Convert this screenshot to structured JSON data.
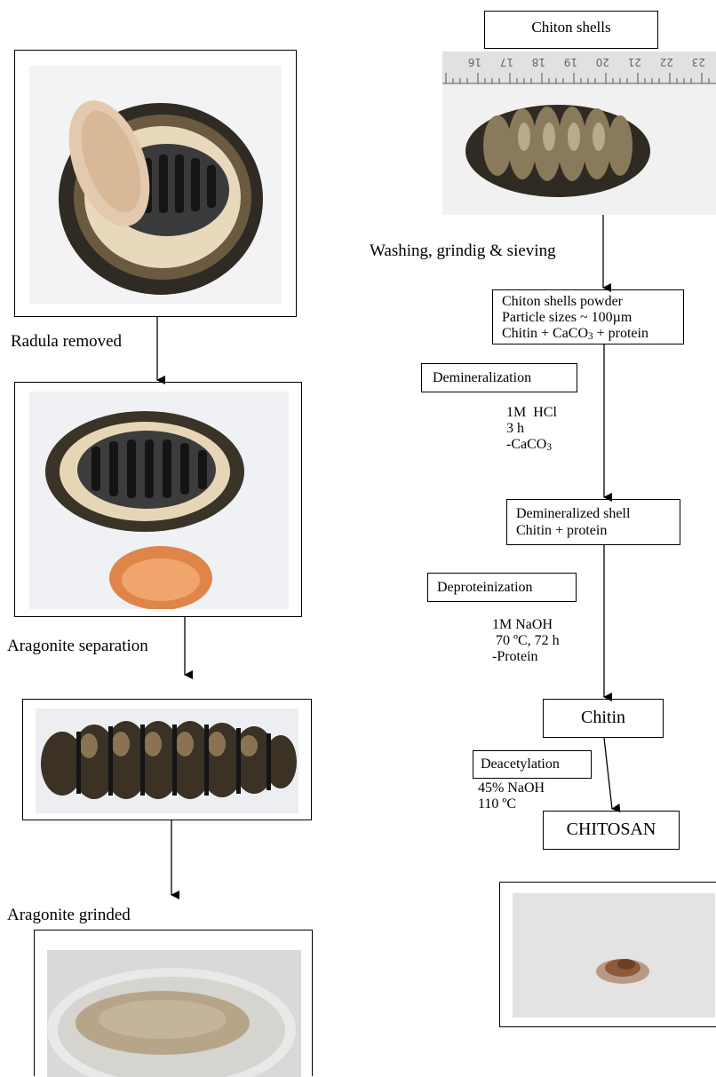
{
  "left_column": {
    "step1_label": "Radula removed",
    "step2_label": "Aragonite separation",
    "step3_label": "Aragonite grinded"
  },
  "right_column": {
    "top_label": "Chiton shells",
    "ruler_numbers": [
      "23",
      "22",
      "21",
      "20",
      "19",
      "18",
      "17",
      "16"
    ],
    "washing_label": "Washing, grindig & sieving",
    "powder_box": {
      "line1": "Chiton shells powder",
      "line2": "Particle sizes ~ 100µm",
      "line3_prefix": "Chitin + CaCO",
      "line3_sub": "3",
      "line3_suffix": " + protein"
    },
    "demineralization": {
      "label": "Demineralization",
      "cond1": "1M  HCl",
      "cond2": "3 h",
      "cond3_prefix": "-CaCO",
      "cond3_sub": "3"
    },
    "demineralized_box": {
      "line1": "Demineralized shell",
      "line2": "Chitin + protein"
    },
    "deproteinization": {
      "label": "Deproteinization",
      "cond1": "1M NaOH",
      "cond2": "70 ºC, 72 h",
      "cond3": "-Protein"
    },
    "chitin_box": "Chitin",
    "deacetylation": {
      "label": "Deacetylation",
      "cond1": "45% NaOH",
      "cond2": "110 ºC"
    },
    "chitosan_box": "CHITOSAN"
  }
}
